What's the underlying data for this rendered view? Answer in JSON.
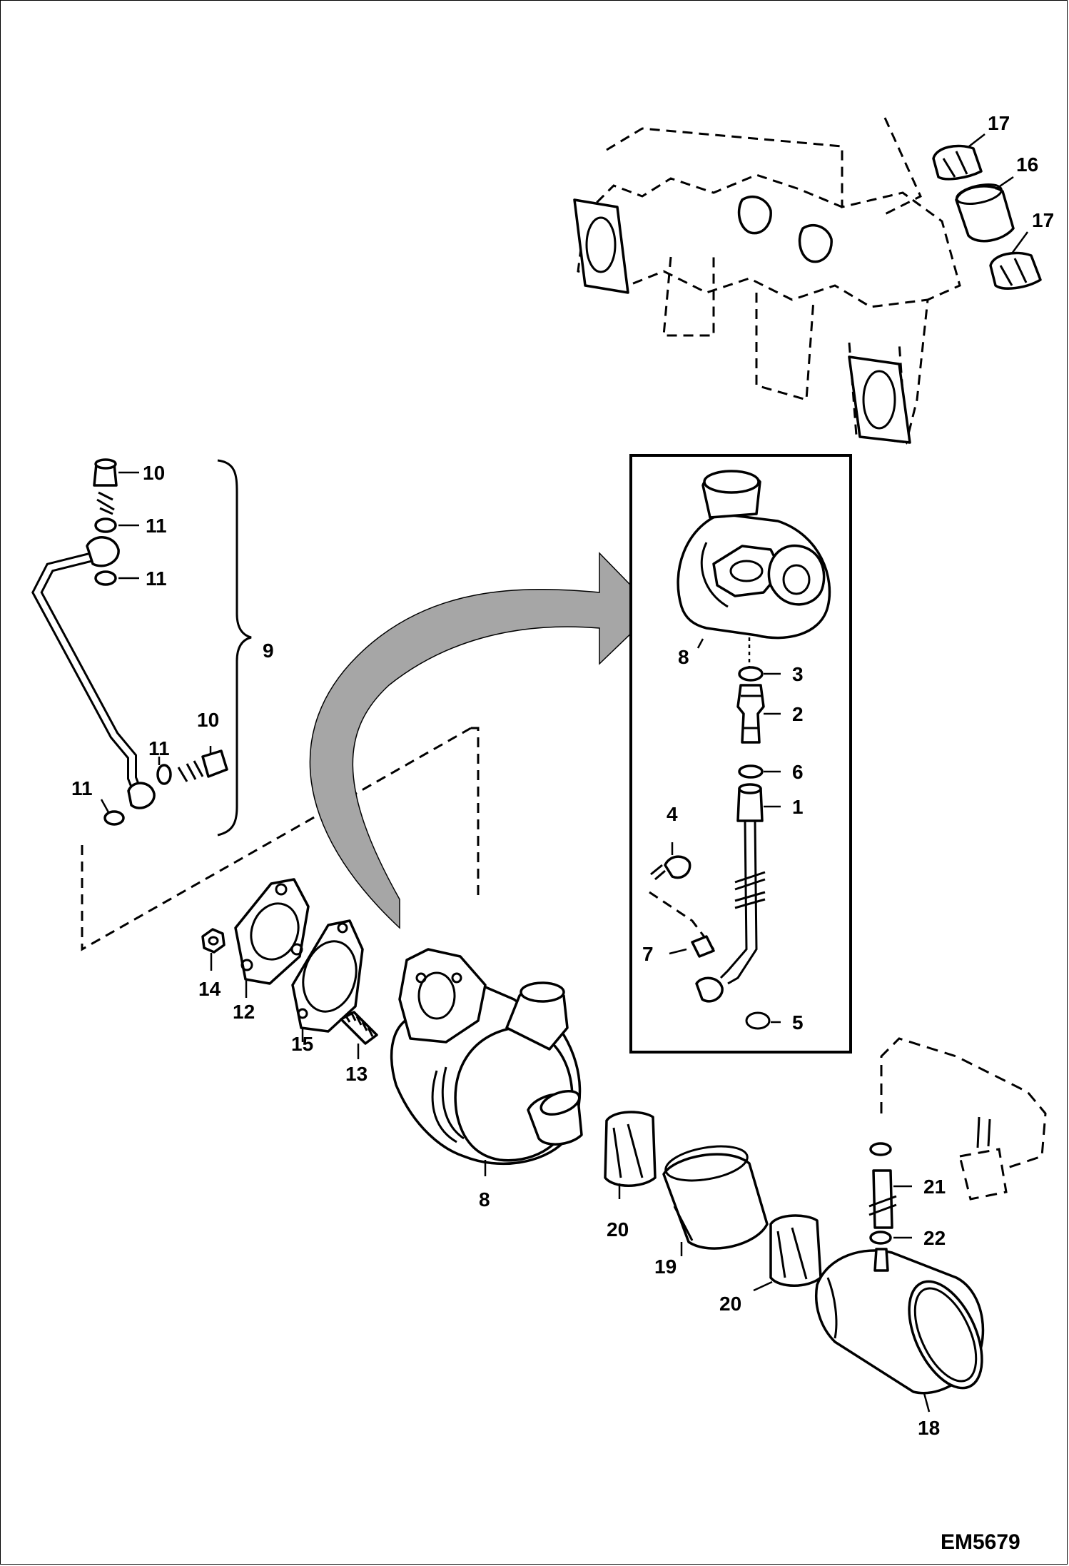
{
  "callouts": {
    "c1": "1",
    "c2": "2",
    "c3": "3",
    "c4": "4",
    "c5": "5",
    "c6": "6",
    "c7": "7",
    "c8a": "8",
    "c8b": "8",
    "c9": "9",
    "c10a": "10",
    "c10b": "10",
    "c11a": "11",
    "c11b": "11",
    "c11c": "11",
    "c11d": "11",
    "c12": "12",
    "c13": "13",
    "c14": "14",
    "c15": "15",
    "c16": "16",
    "c17a": "17",
    "c17b": "17",
    "c18": "18",
    "c19": "19",
    "c20a": "20",
    "c20b": "20",
    "c21": "21",
    "c22": "22"
  },
  "figure_code": "EM5679",
  "colors": {
    "arrow_fill": "#a6a6a6",
    "line": "#000000",
    "background": "#ffffff"
  }
}
